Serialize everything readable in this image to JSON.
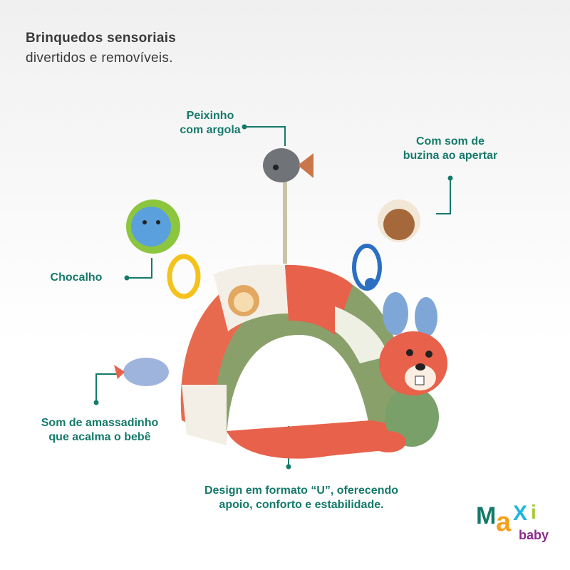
{
  "header": {
    "title": "Brinquedos sensoriais",
    "subtitle": "divertidos e removíveis."
  },
  "callouts": {
    "fish": {
      "line1": "Peixinho",
      "line2": "com argola"
    },
    "horn": {
      "line1": "Com som de",
      "line2": "buzina ao apertar"
    },
    "rattle": {
      "line1": "Chocalho"
    },
    "crinkle": {
      "line1": "Som de amassadinho",
      "line2": "que acalma o bebê"
    },
    "design": {
      "line1": "Design em formato “U”, oferecendo",
      "line2": "apoio, conforto e estabilidade."
    }
  },
  "brand": {
    "name": "Maxi baby"
  },
  "colors": {
    "accent": "#157a6b",
    "text": "#3a3a3c"
  }
}
